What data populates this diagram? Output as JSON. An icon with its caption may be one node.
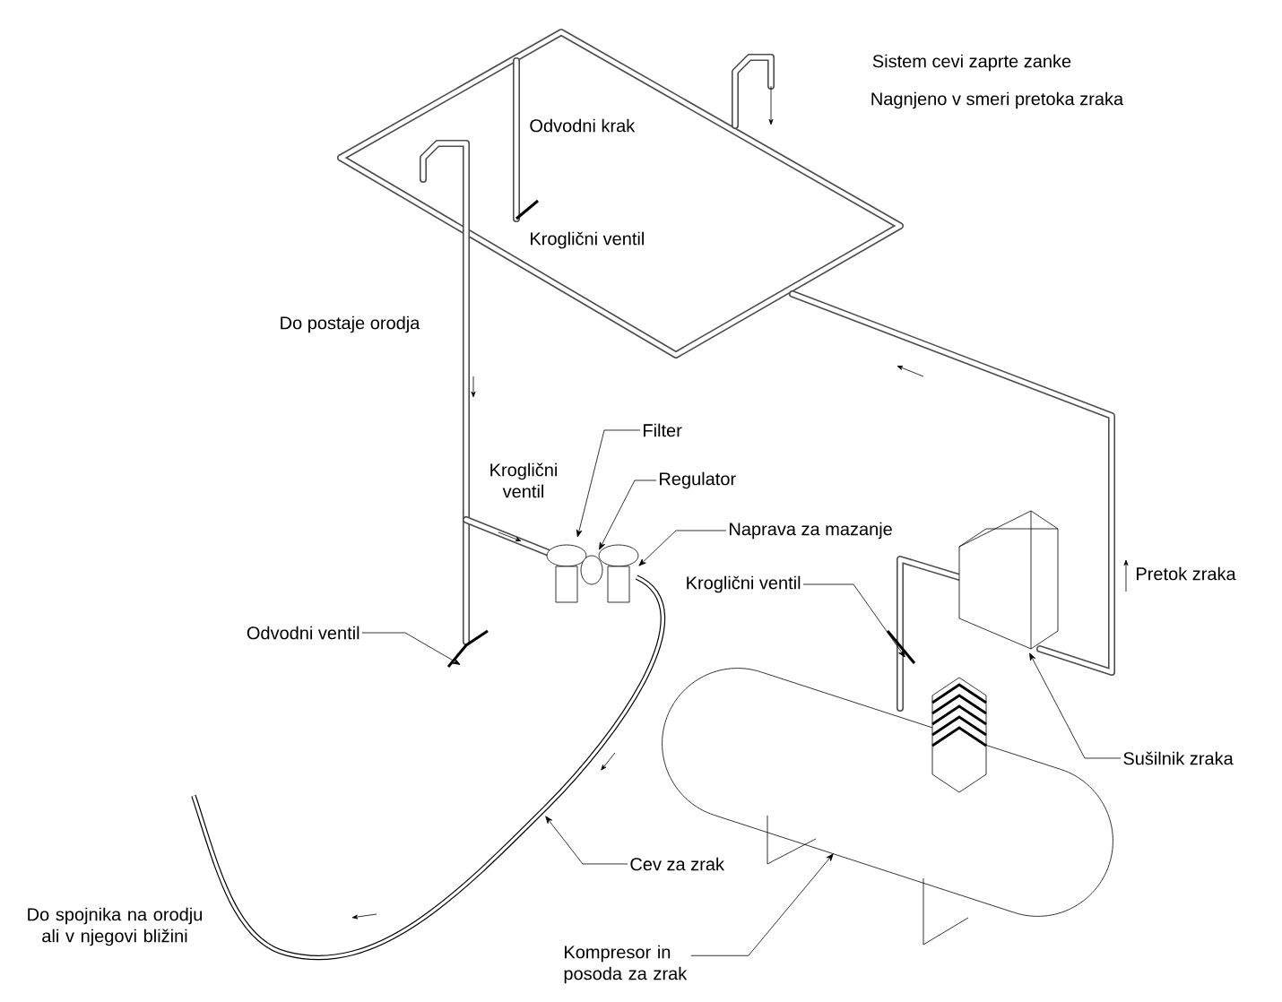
{
  "diagram": {
    "nodes": [
      {
        "text": [
          "Filter"
        ]
      },
      {
        "text": [
          "Regulator"
        ]
      },
      {
        "text": [
          "Naprava za mazanje"
        ]
      },
      {
        "text": [
          "Kroglični ventil"
        ]
      },
      {
        "text": [
          "Odvodni ventil"
        ]
      },
      {
        "text": [
          "Sušilnik zraka"
        ]
      },
      {
        "text": [
          "Cev za zrak"
        ]
      },
      {
        "text": [
          "Kompresor in posoda za zrak"
        ]
      }
    ],
    "edges": [
      {
        "from": 0,
        "to": null,
        "arrow": "to"
      },
      {
        "from": 1,
        "to": null,
        "arrow": "to"
      },
      {
        "from": 2,
        "to": null,
        "arrow": "to"
      },
      {
        "from": 3,
        "to": null,
        "arrow": "to"
      },
      {
        "from": 4,
        "to": null,
        "arrow": "to"
      },
      {
        "from": 5,
        "to": null,
        "arrow": "to"
      },
      {
        "from": 6,
        "to": null,
        "arrow": "to"
      },
      {
        "from": 7,
        "to": null,
        "arrow": "to"
      }
    ],
    "labels": [
      "Sistem cevi zaprte zanke",
      "Nagnjeno v smeri pretoka zraka",
      "Odvodni krak",
      "Kroglični ventil",
      "Do postaje orodja",
      "Kroglični ventil",
      "Pretok zraka",
      "Do spojnika na orodju ali v njegovi bližini"
    ]
  }
}
